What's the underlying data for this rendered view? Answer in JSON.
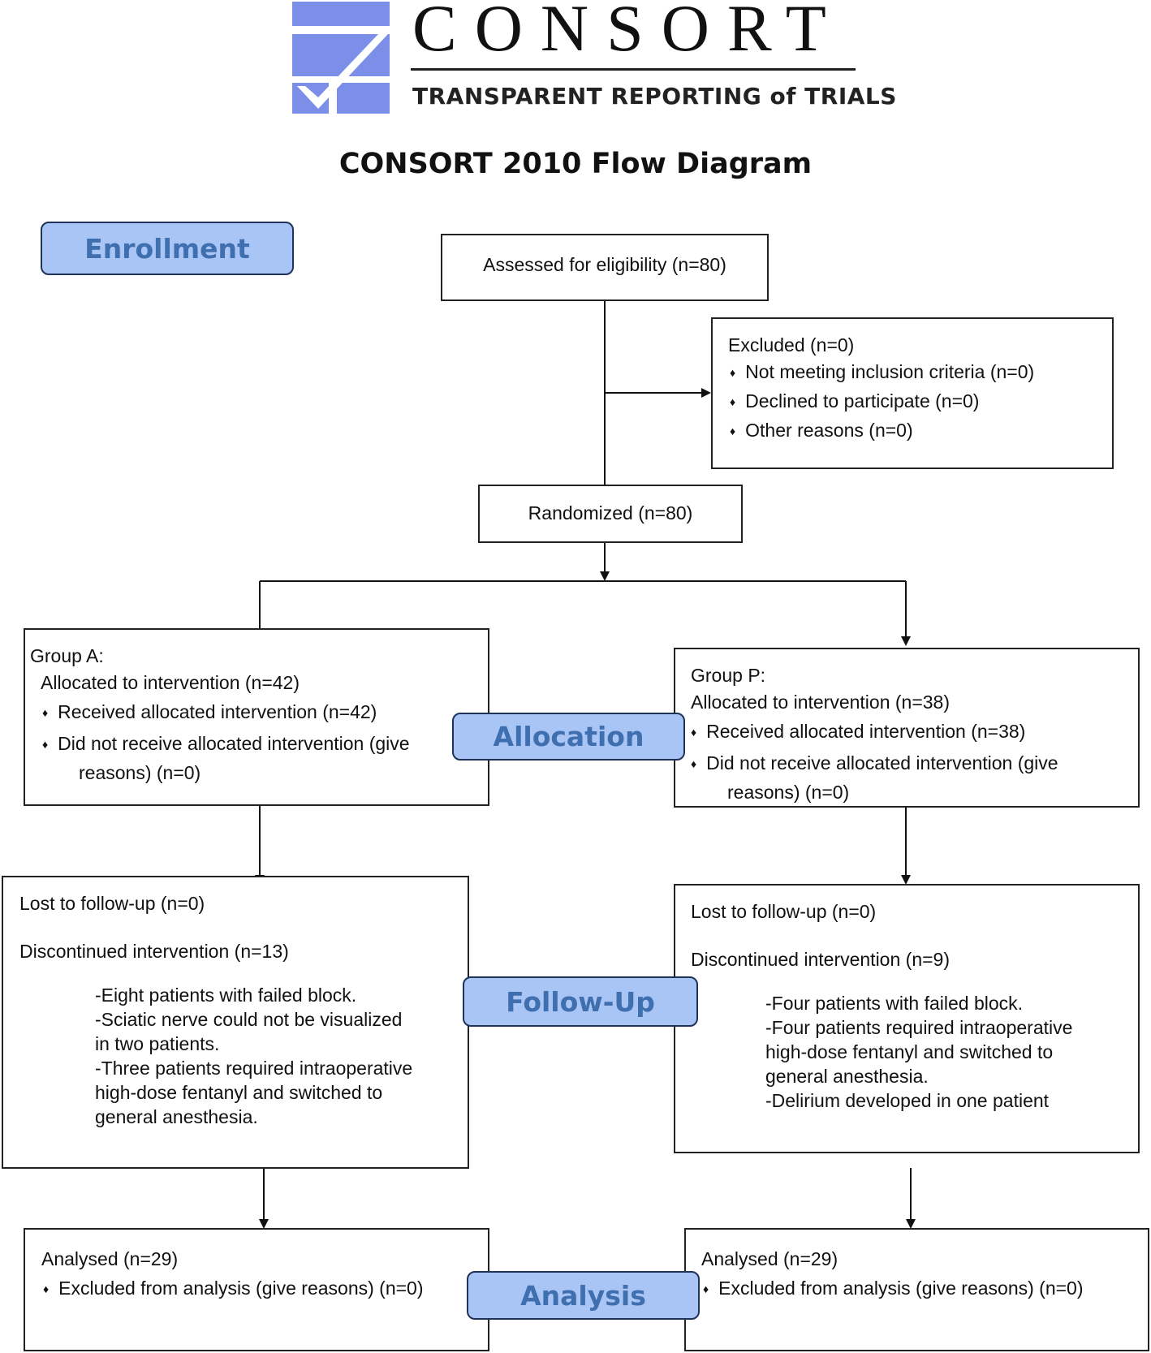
{
  "logo": {
    "wordmark": "CONSORT",
    "tagline": "TRANSPARENT REPORTING of TRIALS",
    "colors": {
      "mark_blue": "#7b8fe8"
    }
  },
  "title": "CONSORT 2010 Flow Diagram",
  "stages": {
    "enrollment": "Enrollment",
    "allocation": "Allocation",
    "follow_up": "Follow-Up",
    "analysis": "Analysis"
  },
  "enrollment": {
    "assessed": "Assessed for eligibility (n=80)",
    "excluded": {
      "title": "Excluded  (n=0)",
      "items": [
        "Not meeting inclusion criteria (n=0)",
        "Declined to participate (n=0)",
        "Other reasons (n=0)"
      ]
    },
    "randomized": "Randomized (n=80)"
  },
  "group_a": {
    "allocation": {
      "title": "Group A:",
      "allocated": "Allocated to intervention (n=42)",
      "received": "Received allocated intervention (n=42)",
      "not_received": "Did not receive allocated intervention (give",
      "not_received_cont": "reasons) (n=0)"
    },
    "follow_up": {
      "lost": "Lost to follow-up (n=0)",
      "discontinued": "Discontinued intervention (n=13)",
      "reasons": [
        "-Eight patients with failed block.",
        "-Sciatic nerve could not be visualized",
        "in two patients.",
        "-Three patients required intraoperative",
        "high-dose fentanyl and switched to",
        "general anesthesia."
      ]
    },
    "analysis": {
      "analysed": "Analysed  (n=29)",
      "excluded": "Excluded from analysis (give reasons) (n=0)"
    }
  },
  "group_p": {
    "allocation": {
      "title": "Group P:",
      "allocated": "Allocated to intervention (n=38)",
      "received": "Received allocated intervention (n=38)",
      "not_received": "Did not receive allocated intervention (give",
      "not_received_cont": "reasons) (n=0)"
    },
    "follow_up": {
      "lost": "Lost to follow-up (n=0)",
      "discontinued": "Discontinued intervention (n=9)",
      "reasons": [
        "-Four patients with failed block.",
        "-Four patients required intraoperative",
        "high-dose fentanyl and switched to",
        "general anesthesia.",
        "-Delirium developed in one patient"
      ]
    },
    "analysis": {
      "analysed": "Analysed  (n=29)",
      "excluded": "Excluded from analysis (give reasons) (n=0)"
    }
  }
}
